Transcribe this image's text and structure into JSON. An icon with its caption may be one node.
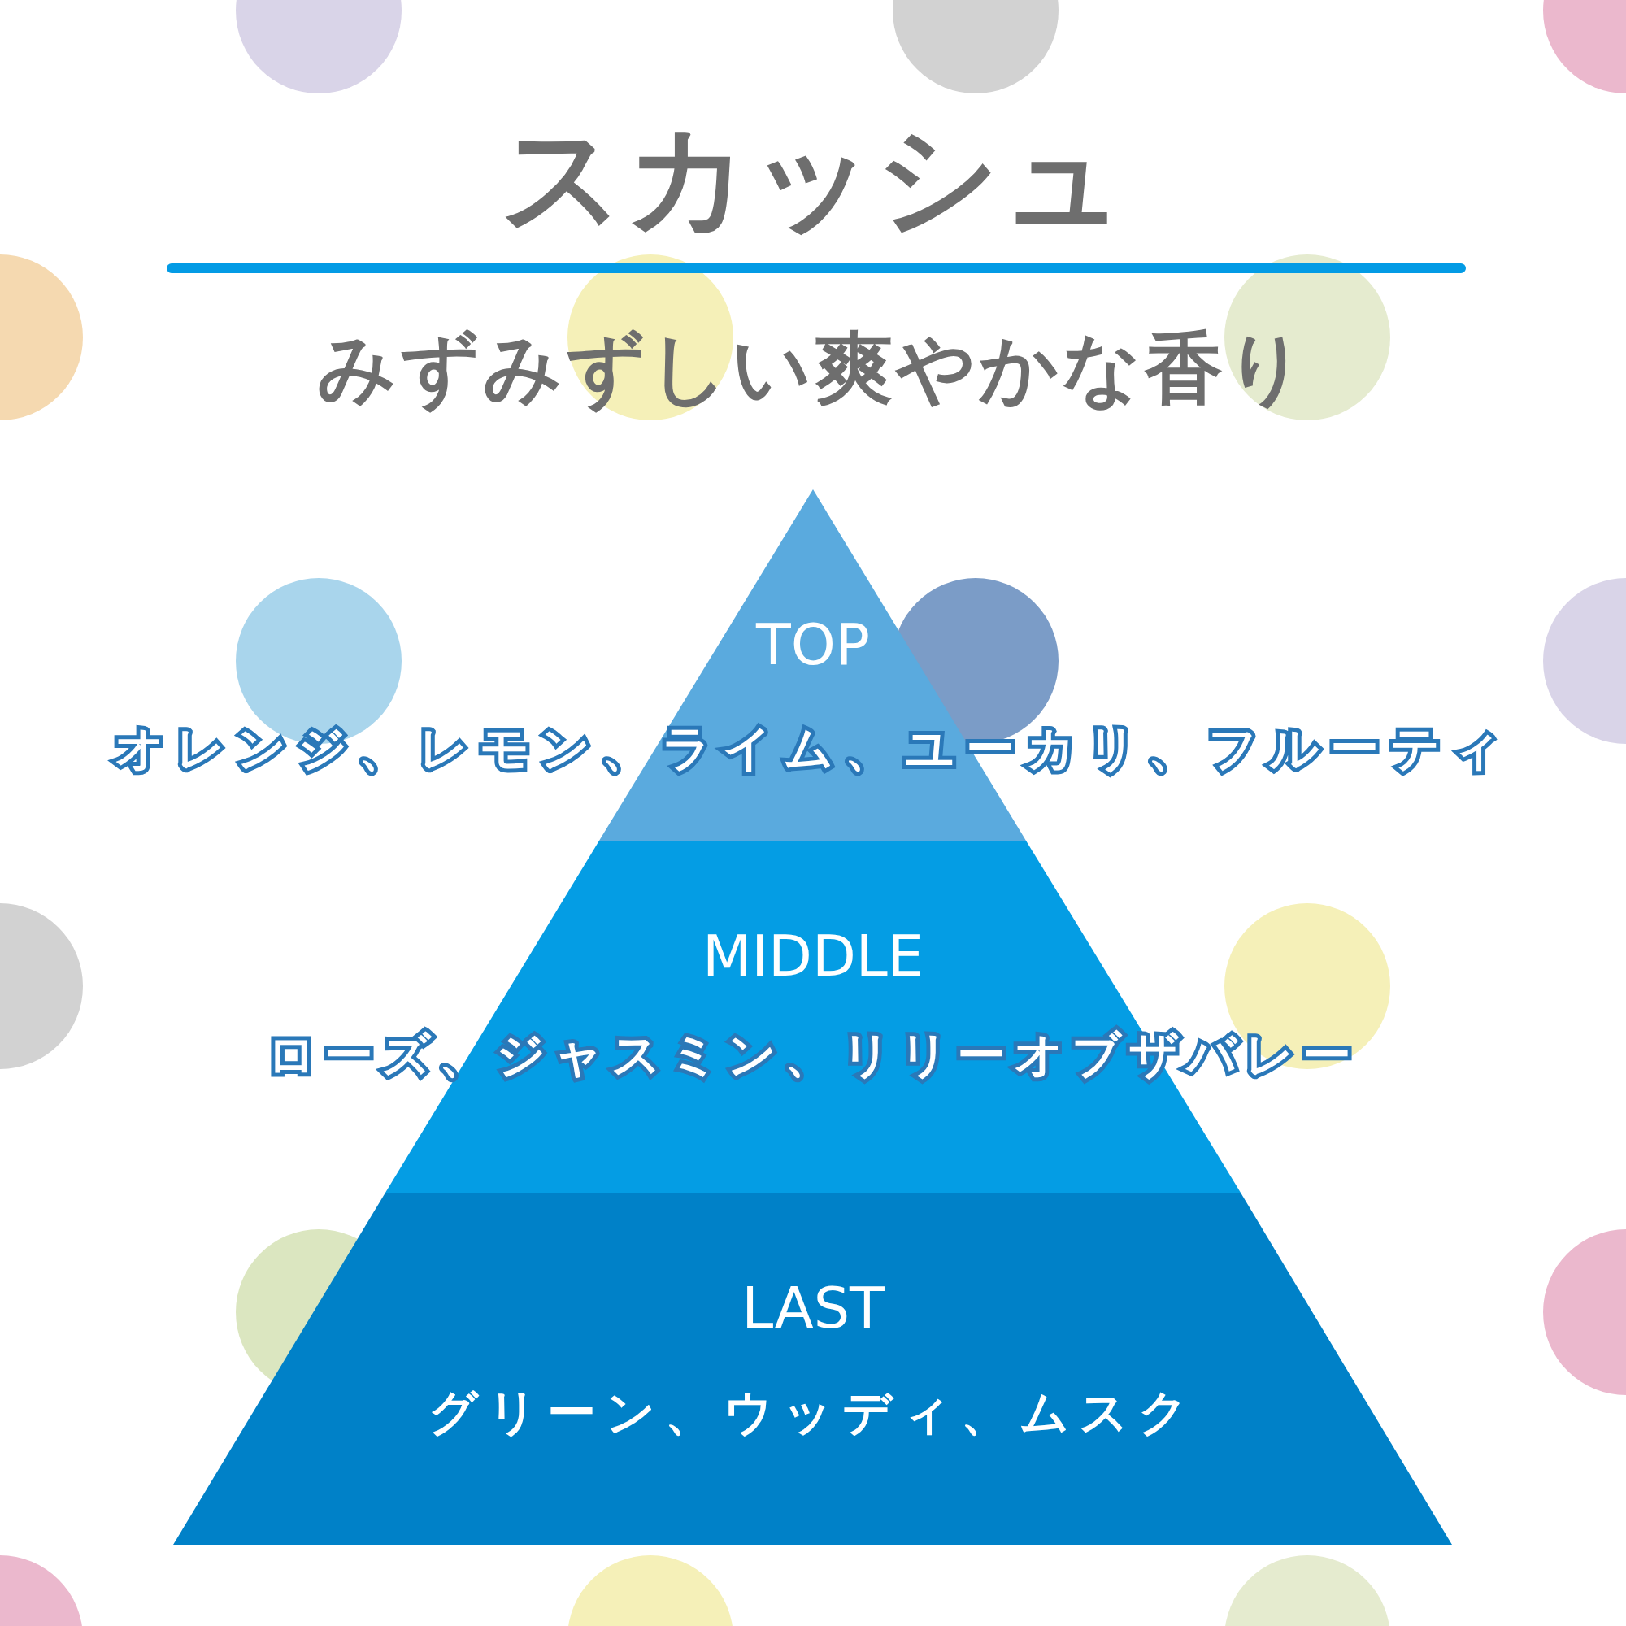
{
  "diagram": {
    "title": "スカッシュ",
    "nodes": [
      {
        "text": [
          "TOP",
          "オレンジ、レモン、ライム、ユーカリ、フルーティ"
        ]
      },
      {
        "text": [
          "MIDDLE",
          "ローズ、ジャスミン、リリーオブザバレー"
        ]
      },
      {
        "text": [
          "LAST",
          "グリーン、ウッディ、ムスク"
        ]
      }
    ],
    "labels": [
      "みずみずしい爽やかな香り"
    ]
  }
}
